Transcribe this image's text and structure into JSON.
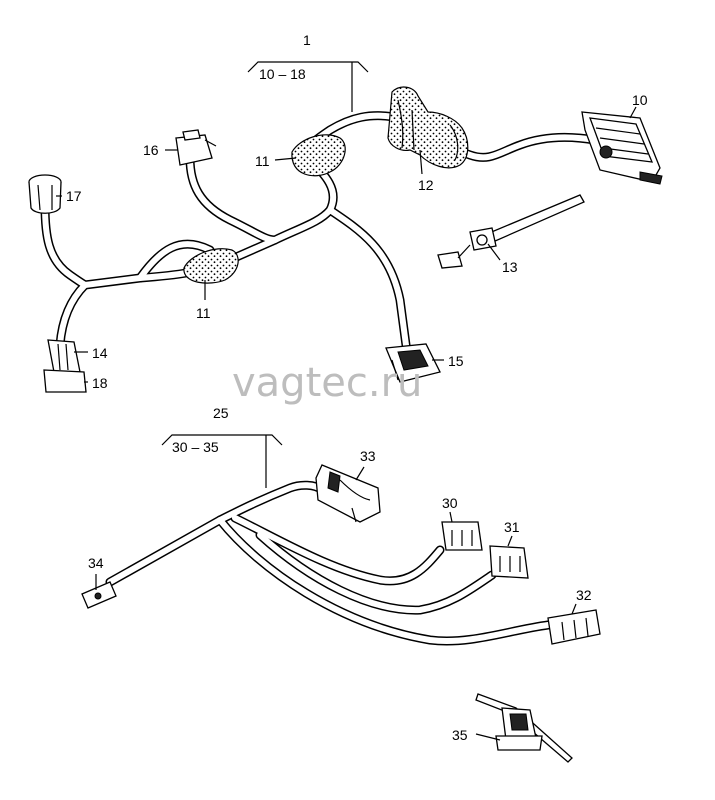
{
  "labels": {
    "l1": "1",
    "l1_range": "10 – 18",
    "l10": "10",
    "l11a": "11",
    "l11b": "11",
    "l12": "12",
    "l13": "13",
    "l14": "14",
    "l15": "15",
    "l16": "16",
    "l17": "17",
    "l18": "18",
    "l25": "25",
    "l25_range": "30 – 35",
    "l30": "30",
    "l31": "31",
    "l32": "32",
    "l33": "33",
    "l34": "34",
    "l35": "35"
  },
  "watermark": "vagtec.ru"
}
